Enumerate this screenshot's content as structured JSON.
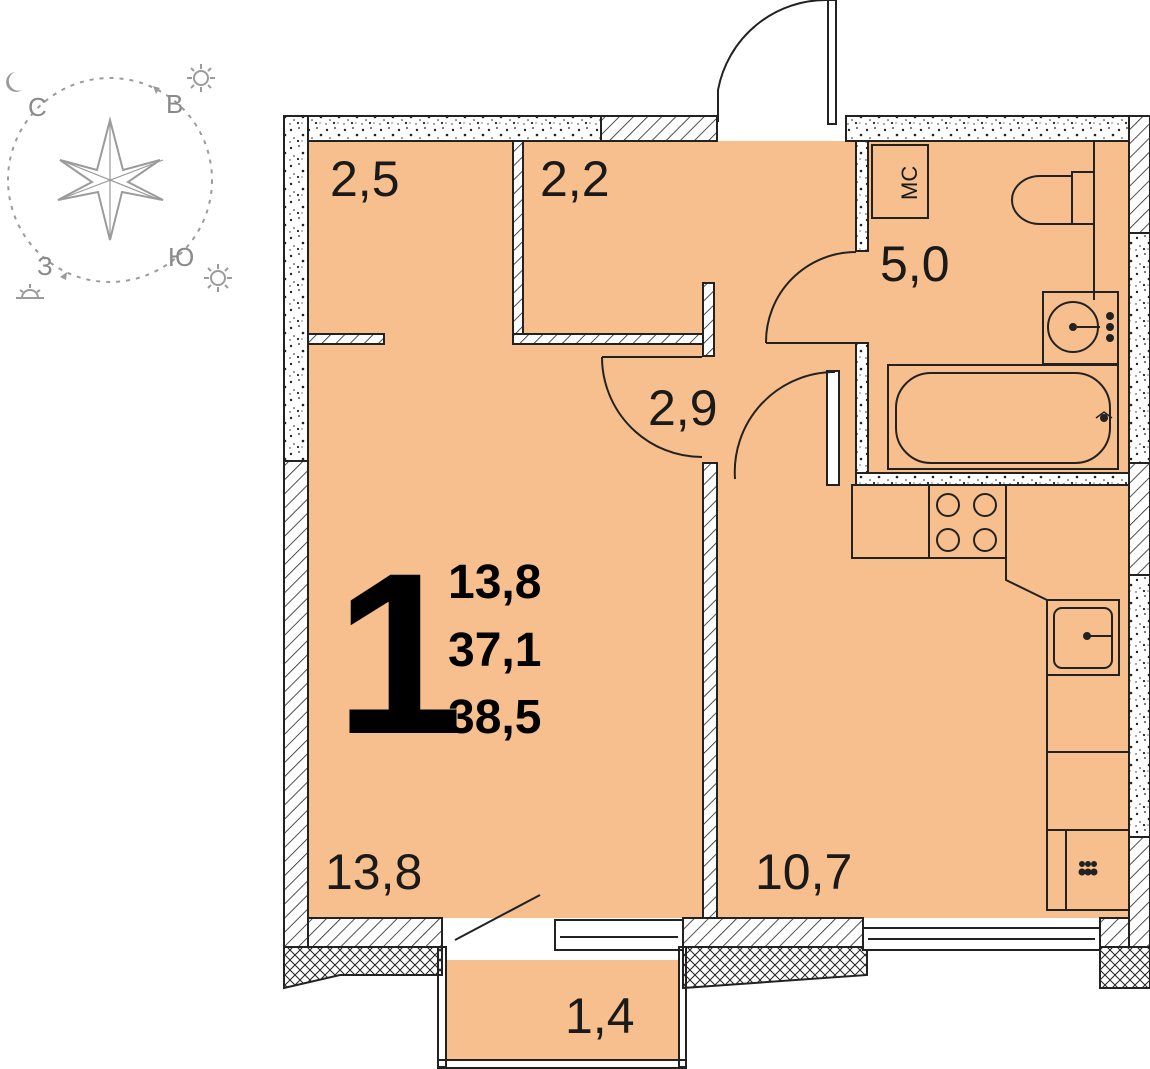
{
  "plan": {
    "room_count": "1",
    "areas": {
      "living": "13,8",
      "total": "37,1",
      "total_with_balcony": "38,5"
    },
    "rooms": {
      "wardrobe": "2,5",
      "storage": "2,2",
      "hall": "2,9",
      "bathroom": "5,0",
      "living_room": "13,8",
      "kitchen": "10,7",
      "balcony": "1,4"
    },
    "washer_label": "МС"
  },
  "compass": {
    "north": "С",
    "east": "В",
    "south": "Ю",
    "west": "З"
  },
  "colors": {
    "floor": "#F6BF8D",
    "wall": "#222222",
    "background": "#FFFFFF",
    "compass": "#9B9B9B"
  }
}
